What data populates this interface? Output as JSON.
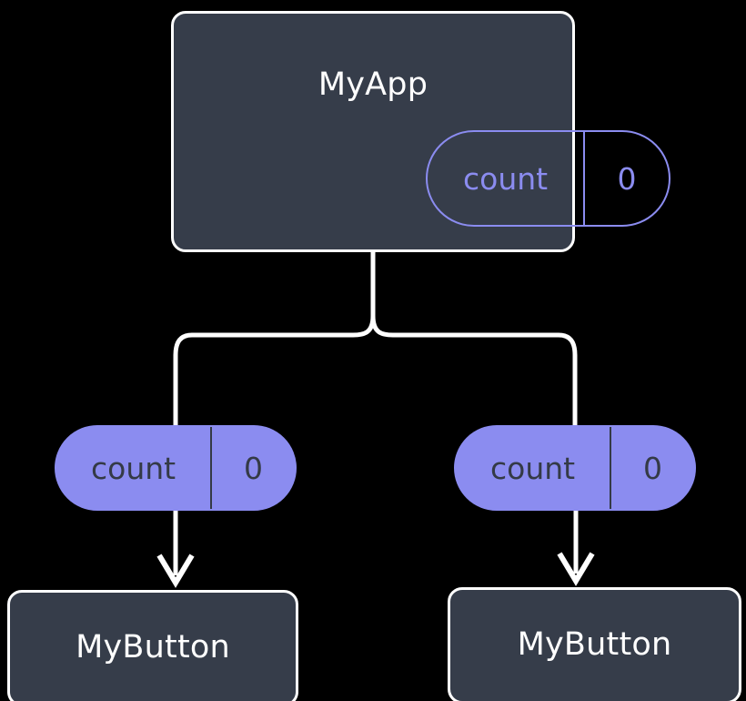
{
  "diagram": {
    "background_color": "#000000",
    "node_fill": "#363d4a",
    "node_border": "#ffffff",
    "accent_color": "#8b8cf0",
    "edge_color": "#ffffff",
    "root": {
      "title": "MyApp",
      "state_pill": {
        "key": "count",
        "value": "0",
        "style": "outlined"
      }
    },
    "children": [
      {
        "state_pill": {
          "key": "count",
          "value": "0",
          "style": "filled"
        },
        "node": {
          "title": "MyButton"
        }
      },
      {
        "state_pill": {
          "key": "count",
          "value": "0",
          "style": "filled"
        },
        "node": {
          "title": "MyButton"
        }
      }
    ]
  }
}
